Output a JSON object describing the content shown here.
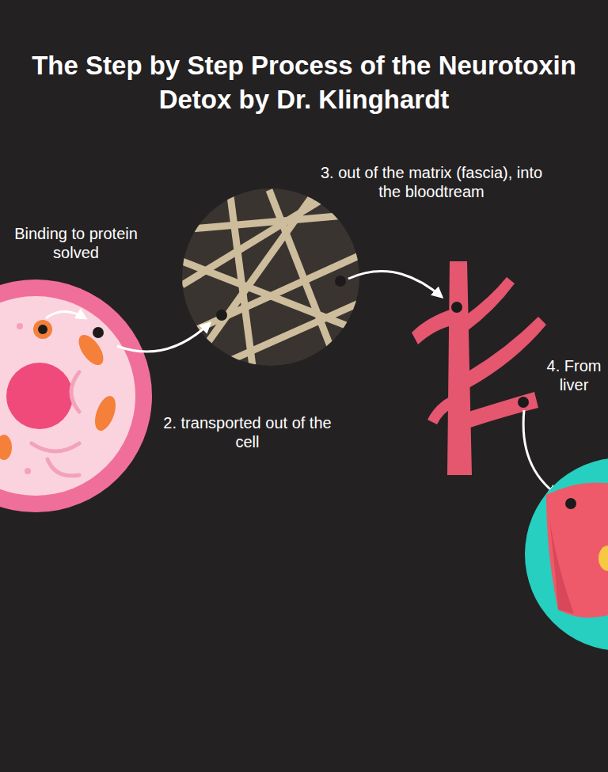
{
  "diagram": {
    "title": "The Step by Step Process of the Neurotoxin Detox by Dr. Klinghardt",
    "labels": [
      "Binding to protein solved",
      "2. transported out of the cell",
      "3. out of the matrix (fascia), into the bloodtream",
      "4. From liver"
    ]
  }
}
